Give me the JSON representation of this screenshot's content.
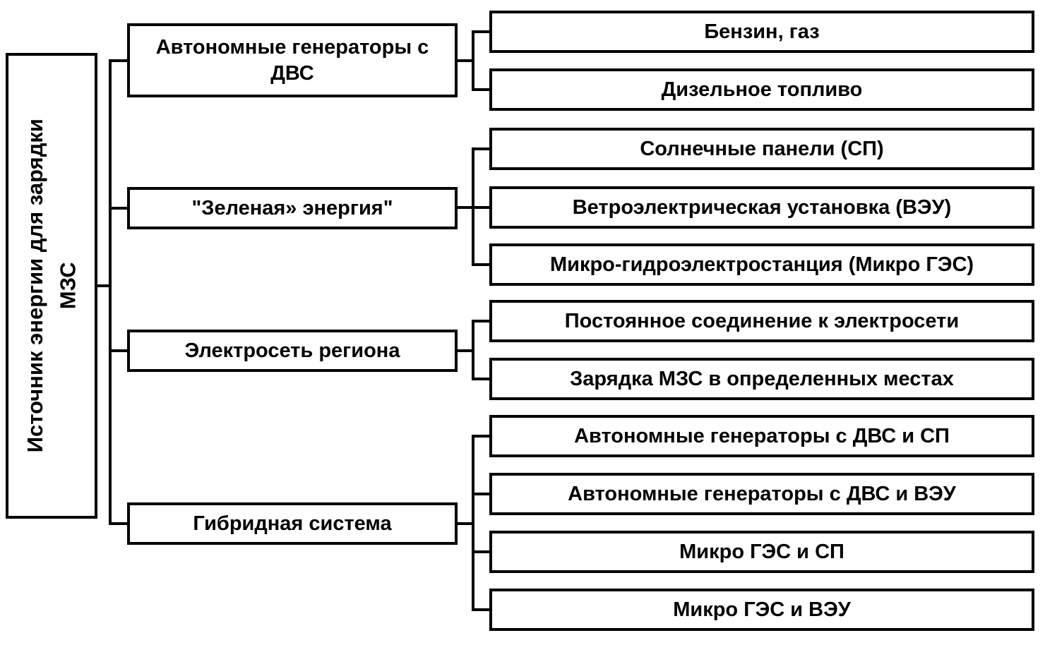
{
  "diagram": {
    "root": {
      "label": "Источник энергии для зарядки МЗС",
      "lines": [
        "Источник энергии для зарядки",
        "МЗС"
      ]
    },
    "branches": [
      {
        "label": "Автономные генераторы с ДВС",
        "children": [
          "Бензин, газ",
          "Дизельное топливо"
        ]
      },
      {
        "label": "\"Зеленая» энергия\"",
        "children": [
          "Солнечные панели (СП)",
          "Ветроэлектрическая установка (ВЭУ)",
          "Микро-гидроэлектростанция (Микро ГЭС)"
        ]
      },
      {
        "label": "Электросеть региона",
        "children": [
          "Постоянное соединение к электросети",
          "Зарядка МЗС в определенных местах"
        ]
      },
      {
        "label": "Гибридная система",
        "children": [
          "Автономные генераторы с ДВС и СП",
          "Автономные генераторы с ДВС и ВЭУ",
          "Микро ГЭС и СП",
          "Микро ГЭС и ВЭУ"
        ]
      }
    ],
    "colors": {
      "line": "#000000",
      "border": "#000000",
      "background": "#ffffff"
    }
  }
}
